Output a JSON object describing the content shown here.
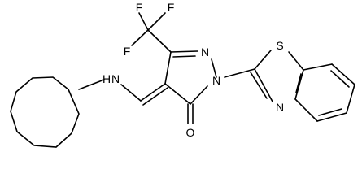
{
  "molecule": {
    "atom_labels": {
      "fluorine_top_left": "F",
      "fluorine_top_right": "F",
      "fluorine_left": "F",
      "nitrogen_ring": "N",
      "nitrogen_amine": "N",
      "nitrogen_pyrazole_2": "N",
      "nitrogen_thiazole": "N",
      "sulfur_thiazole": "S",
      "oxygen_carbonyl": "O",
      "amine_hydrogen": "H"
    }
  }
}
